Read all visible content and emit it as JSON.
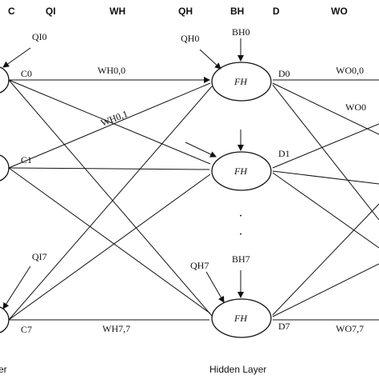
{
  "header": {
    "columns": [
      {
        "id": "c",
        "label": "C"
      },
      {
        "id": "qi",
        "label": "QI"
      },
      {
        "id": "wh",
        "label": "WH"
      },
      {
        "id": "qh",
        "label": "QH"
      },
      {
        "id": "bh",
        "label": "BH"
      },
      {
        "id": "d",
        "label": "D"
      },
      {
        "id": "wo",
        "label": "WO"
      }
    ]
  },
  "input_layer": {
    "footer_label": "er",
    "nodes": [
      {
        "id": "in0",
        "out_label": "C0",
        "q_label": "QI0"
      },
      {
        "id": "in1",
        "out_label": "C1"
      },
      {
        "id": "in7",
        "out_label": "C7",
        "q_label": "QI7"
      }
    ]
  },
  "hidden_layer": {
    "footer_label": "Hidden Layer",
    "node_label": "FH",
    "nodes": [
      {
        "id": "h0",
        "label": "FH",
        "q_label": "QH0",
        "b_label": "BH0",
        "out_label": "D0"
      },
      {
        "id": "h1",
        "label": "FH",
        "out_label": "D1"
      },
      {
        "id": "h7",
        "label": "FH",
        "q_label": "QH7",
        "b_label": "BH7",
        "out_label": "D7"
      }
    ],
    "ellipsis": "·"
  },
  "weights": {
    "wh00": "WH0,0",
    "wh01": "WH0,1",
    "wh77": "WH7,7",
    "wo00": "WO0,0",
    "wo01": "WO0",
    "wo77": "WO7,7"
  },
  "colors": {
    "stroke": "#111111",
    "background": "#ffffff"
  }
}
